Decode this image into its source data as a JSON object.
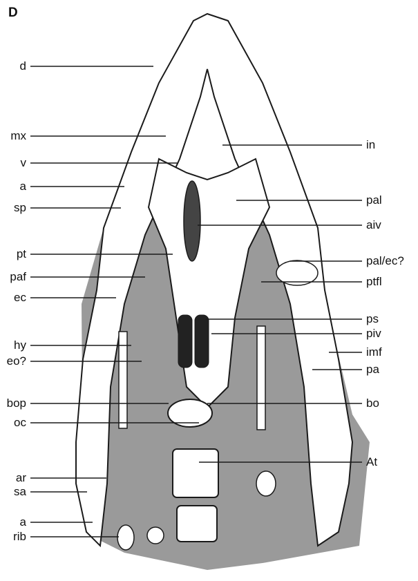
{
  "figure": {
    "panel_label": "D",
    "colors": {
      "matrix": "#9a9a9a",
      "bone": "#ffffff",
      "ink": "#1a1a1a"
    },
    "labels_left": [
      "d",
      "mx",
      "v",
      "a",
      "sp",
      "pt",
      "paf",
      "ec",
      "hy",
      "eo?",
      "bop",
      "oc",
      "ar",
      "sa",
      "a",
      "rib"
    ],
    "labels_right": [
      "in",
      "pal",
      "aiv",
      "pal/ec?",
      "ptfl",
      "ps",
      "piv",
      "imf",
      "pa",
      "bo",
      "At"
    ]
  }
}
